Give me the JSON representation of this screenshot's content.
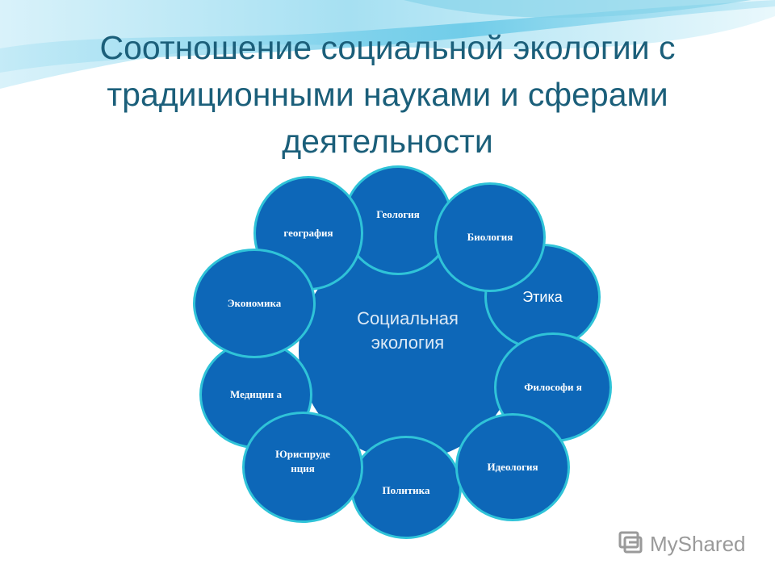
{
  "title_lines": [
    "Соотношение социальной экологии с",
    "традиционными науками и сферами",
    "деятельности"
  ],
  "center": {
    "label": "Социальная экология"
  },
  "nodes": [
    {
      "key": "geologiya",
      "label": "Геология"
    },
    {
      "key": "geografiya",
      "label": "география"
    },
    {
      "key": "biologiya",
      "label": "Биология"
    },
    {
      "key": "etika",
      "label": "Этика"
    },
    {
      "key": "ekonomika",
      "label": "Экономика"
    },
    {
      "key": "filosofiya",
      "label": "Философи я"
    },
    {
      "key": "medicina",
      "label": "Медицин а"
    },
    {
      "key": "ideologiya",
      "label": "Идеология"
    },
    {
      "key": "yurisprudenciya",
      "label": "Юриспруде нция"
    },
    {
      "key": "politika",
      "label": "Политика"
    }
  ],
  "logo": {
    "text": "MyShared",
    "icon": "myshared-logo-icon"
  },
  "colors": {
    "node_fill": "#0d67b8",
    "node_border": "#2fc3d8",
    "title": "#1b5f7a",
    "wave": "#86d3ea"
  }
}
